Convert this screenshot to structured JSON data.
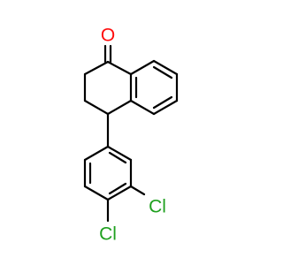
{
  "molecule": {
    "atoms": {
      "oxygen": {
        "label": "O",
        "color": "#ff0d0d"
      },
      "chlorine_1": {
        "label": "Cl",
        "color": "#1fa01f"
      },
      "chlorine_2": {
        "label": "Cl",
        "color": "#1fa01f"
      }
    },
    "bond_color": "#000000",
    "background_color": "#ffffff"
  }
}
